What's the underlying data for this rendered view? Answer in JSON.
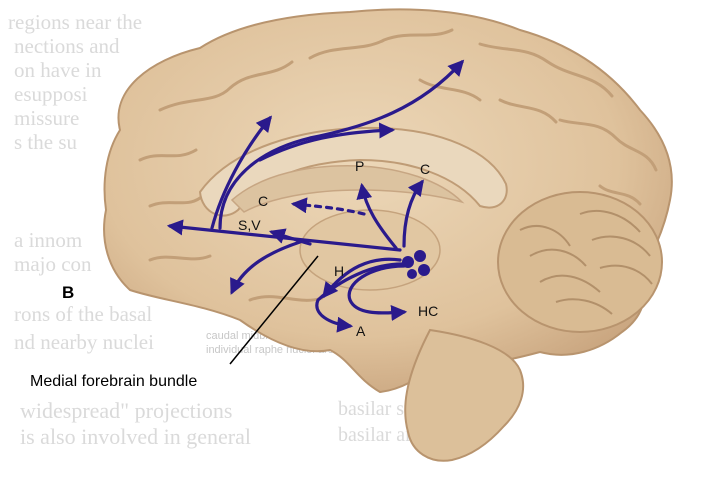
{
  "panel_label": "B",
  "caption": "Medial forebrain bundle",
  "labels": {
    "p": "P",
    "c_upper": "C",
    "c_left": "C",
    "sv": "S,V",
    "h": "H",
    "a": "A",
    "hc": "HC"
  },
  "background_text": {
    "left": [
      "regions near the",
      "nections and",
      "on have  in",
      "esupposi",
      "missure",
      "s the su",
      "a  innom",
      "majo con",
      "rons of the basal",
      "nd nearby nuclei",
      "widespread\" projections",
      "is also involved in general"
    ],
    "right": [
      "basilar system",
      "basilar arteries"
    ],
    "small": [
      "caudal midbrain; B, rostral p",
      "individual raphe nuclei are ind"
    ]
  },
  "colors": {
    "pathway": "#2a1a8c",
    "tissue": "#e3c9a6",
    "tissue_shadow": "#caa883",
    "background": "#ffffff"
  }
}
